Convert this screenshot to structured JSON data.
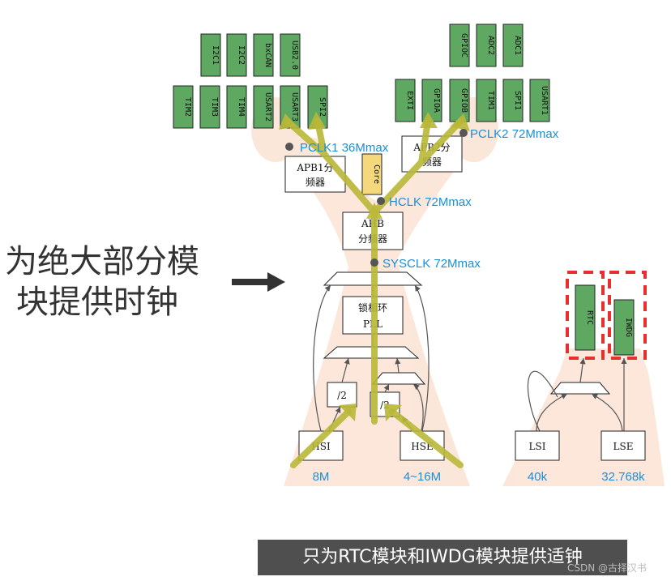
{
  "left_text": {
    "line1": "为绝大部分模",
    "line2": "块提供时钟"
  },
  "bottom_caption": "只为RTC模块和IWDG模块提供适钟",
  "watermark": "CSDN @古择汉书",
  "apb1_modules_top": [
    "I2C1",
    "I2C2",
    "bxCAN",
    "USB2.0"
  ],
  "apb1_modules_bottom": [
    "TIM2",
    "TIM3",
    "TIM4",
    "USART2",
    "USART3",
    "SPI2"
  ],
  "apb2_modules_top": [
    "GPIOC",
    "ADC2",
    "ADC1"
  ],
  "apb2_modules_bottom": [
    "EXTI",
    "GPIOA",
    "GPIOB",
    "TIM1",
    "SPI1",
    "USART1"
  ],
  "pclk1": "PCLK1 36Mmax",
  "pclk2": "PCLK2 72Mmax",
  "hclk": "HCLK 72Mmax",
  "sysclk": "SYSCLK 72Mmax",
  "apb1_line1": "APB1分",
  "apb1_line2": "频器",
  "apb2_line1": "APB2分",
  "apb2_line2": "频器",
  "core": "Core",
  "ahb_line1": "AHB",
  "ahb_line2": "分频器",
  "pll_line1": "锁相环",
  "pll_line2": "PLL",
  "div_left": "/2",
  "div_right": "/2",
  "hsi": "HSI",
  "hse": "HSE",
  "hsi_freq": "8M",
  "hse_freq": "4~16M",
  "rtc": "RTC",
  "iwdg": "IWDG",
  "lsi": "LSI",
  "lse": "LSE",
  "lsi_freq": "40k",
  "lse_freq": "32.768k",
  "colors": {
    "module_green": "#5fa862",
    "core_yellow": "#f5d77c",
    "arrow_olive": "#b9b838",
    "glow": "#fbe3d3",
    "label_blue": "#1a8fd6",
    "dash_red": "#e53030"
  }
}
